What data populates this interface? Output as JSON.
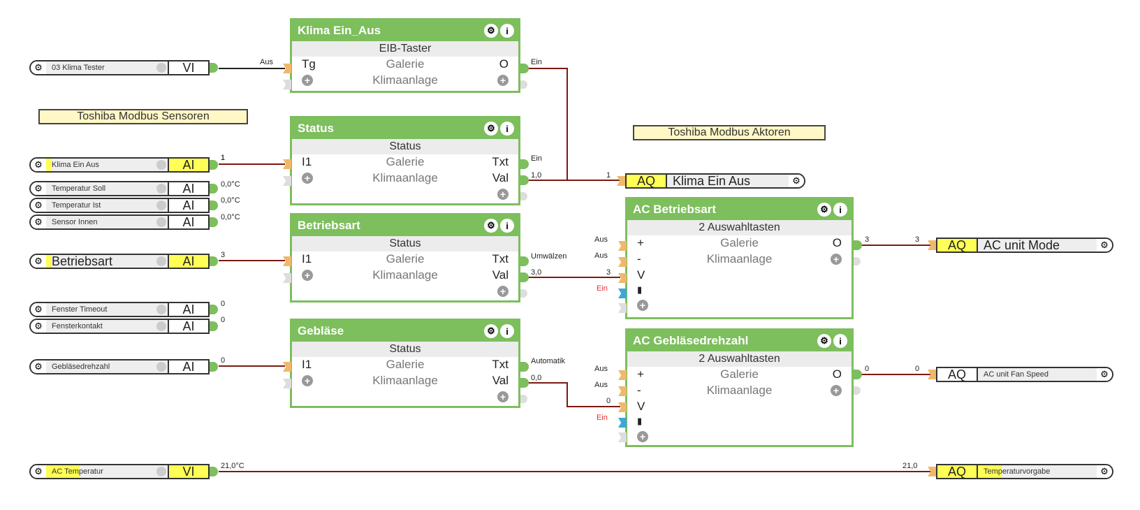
{
  "comments": {
    "sensors": "Toshiba Modbus Sensoren",
    "actors": "Toshiba Modbus Aktoren"
  },
  "inputs": [
    {
      "name": "03 Klima Tester",
      "type": "VI",
      "value": "Aus",
      "icon": "gear-icon"
    },
    {
      "name": "Klima Ein Aus",
      "type": "AI",
      "value": "1",
      "icon": "gear-icon"
    },
    {
      "name": "Temperatur Soll",
      "type": "AI",
      "value": "0,0°C",
      "icon": "gear-icon"
    },
    {
      "name": "Temperatur Ist",
      "type": "AI",
      "value": "0,0°C",
      "icon": "gear-icon"
    },
    {
      "name": "Sensor Innen",
      "type": "AI",
      "value": "0,0°C",
      "icon": "gear-icon"
    },
    {
      "name": "Betriebsart",
      "type": "AI",
      "value": "3",
      "icon": "gear-icon"
    },
    {
      "name": "Fenster Timeout",
      "type": "AI",
      "value": "0",
      "icon": "gear-icon"
    },
    {
      "name": "Fensterkontakt",
      "type": "AI",
      "value": "0",
      "icon": "gear-icon"
    },
    {
      "name": "Gebläsedrehzahl",
      "type": "AI",
      "value": "0",
      "icon": "gear-icon"
    },
    {
      "name": "AC Temperatur",
      "type": "VI",
      "value": "21,0°C",
      "icon": "gear-icon"
    }
  ],
  "blocks": {
    "klima": {
      "title": "Klima Ein_Aus",
      "subtitle": "EIB-Taster",
      "gallery": "Galerie",
      "category": "Klimaanlage",
      "in1": "Tg",
      "out1": "O",
      "in_value": "Aus",
      "out_value": "Ein"
    },
    "status": {
      "title": "Status",
      "subtitle": "Status",
      "gallery": "Galerie",
      "category": "Klimaanlage",
      "in1": "I1",
      "out1": "Txt",
      "out2": "Val",
      "in_value": "1",
      "out_txt": "Ein",
      "out_val": "1,0"
    },
    "betriebsart": {
      "title": "Betriebsart",
      "subtitle": "Status",
      "gallery": "Galerie",
      "category": "Klimaanlage",
      "in1": "I1",
      "out1": "Txt",
      "out2": "Val",
      "in_value": "3",
      "out_txt": "Umwälzen",
      "out_val": "3,0"
    },
    "geblaese": {
      "title": "Gebläse",
      "subtitle": "Status",
      "gallery": "Galerie",
      "category": "Klimaanlage",
      "in1": "I1",
      "out1": "Txt",
      "out2": "Val",
      "in_value": "0",
      "out_txt": "Automatik",
      "out_val": "0,0"
    },
    "ac_betriebsart": {
      "title": "AC Betriebsart",
      "subtitle": "2 Auswahltasten",
      "gallery": "Galerie",
      "category": "Klimaanlage",
      "in_plus": "+",
      "in_minus": "-",
      "in_v": "V",
      "out1": "O",
      "plus_value": "Aus",
      "minus_value": "Aus",
      "v_value": "3",
      "lock_value": "Ein",
      "out_value": "3"
    },
    "ac_geblaese": {
      "title": "AC Gebläsedrehzahl",
      "subtitle": "2 Auswahltasten",
      "gallery": "Galerie",
      "category": "Klimaanlage",
      "in_plus": "+",
      "in_minus": "-",
      "in_v": "V",
      "out1": "O",
      "plus_value": "Aus",
      "minus_value": "Aus",
      "v_value": "0",
      "lock_value": "Ein",
      "out_value": "0"
    }
  },
  "outputs": [
    {
      "name": "Klima Ein Aus",
      "type": "AQ",
      "in_value": "1"
    },
    {
      "name": "AC unit Mode",
      "type": "AQ",
      "in_value": "3"
    },
    {
      "name": "AC unit Fan Speed",
      "type": "AQ",
      "in_value": "0"
    },
    {
      "name": "Temperaturvorgabe",
      "type": "AQ",
      "in_value": "21,0"
    }
  ],
  "colors": {
    "block_green": "#7dbe5d",
    "wire": "#7a1a12",
    "highlight_yellow": "#ffff55",
    "comment_bg": "#fff8c6",
    "input_port": "#f0b86a",
    "lock_port": "#3fa7d6"
  }
}
